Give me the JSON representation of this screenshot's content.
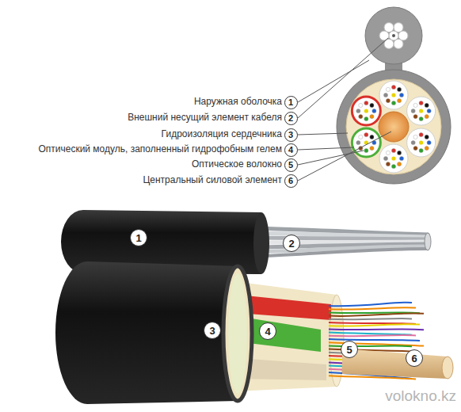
{
  "diagram": {
    "nodes": [
      {
        "text": [
          "1"
        ]
      },
      {
        "text": [
          "2"
        ]
      },
      {
        "text": [
          "3"
        ]
      },
      {
        "text": [
          "4"
        ]
      },
      {
        "text": [
          "5"
        ]
      },
      {
        "text": [
          "6"
        ]
      },
      {
        "text": [
          "1"
        ]
      },
      {
        "text": [
          "2"
        ]
      },
      {
        "text": [
          "3"
        ]
      },
      {
        "text": [
          "4"
        ]
      },
      {
        "text": [
          "5"
        ]
      },
      {
        "text": [
          "6"
        ]
      }
    ],
    "labels": [
      "Наружная оболочка",
      "Внешний несущий элемент кабеля",
      "Гидроизоляция сердечника",
      "Оптический модуль, заполненный гидрофобным гелем",
      "Оптическое волокно",
      "Центральный силовой элемент",
      "volokno.kz"
    ]
  }
}
